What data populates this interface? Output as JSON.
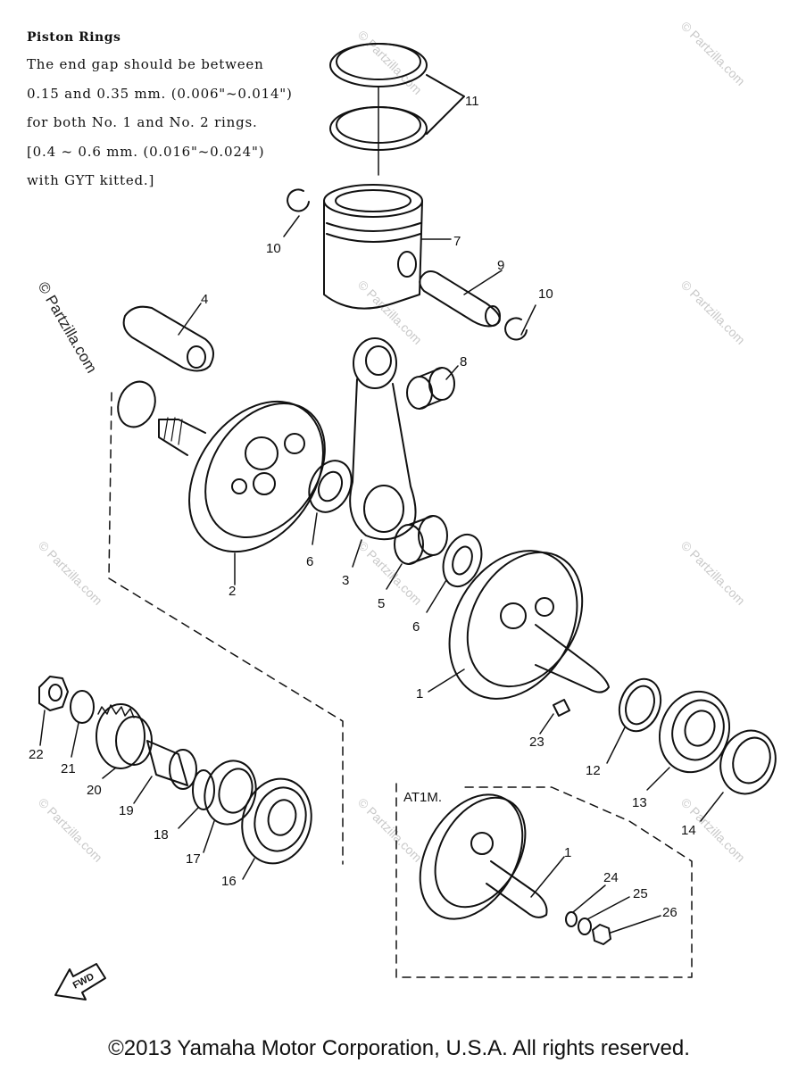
{
  "note": {
    "title": "Piston Rings",
    "lines": [
      "The end gap should be between",
      "0.15 and 0.35 mm. (0.006\"~0.014\")",
      "for both No. 1 and No. 2 rings.",
      "[0.4 ~ 0.6 mm. (0.016\"~0.024\")",
      "with GYT kitted.]"
    ]
  },
  "callouts": {
    "c1": "1",
    "c1b": "1",
    "c2": "2",
    "c3": "3",
    "c4": "4",
    "c5": "5",
    "c6a": "6",
    "c6b": "6",
    "c7": "7",
    "c8": "8",
    "c9": "9",
    "c10a": "10",
    "c10b": "10",
    "c11": "11",
    "c12": "12",
    "c13": "13",
    "c14": "14",
    "c16": "16",
    "c17": "17",
    "c18": "18",
    "c19": "19",
    "c20": "20",
    "c21": "21",
    "c22": "22",
    "c23": "23",
    "c24": "24",
    "c25": "25",
    "c26": "26"
  },
  "variant_label": "AT1M.",
  "fwd_label": "FWD",
  "watermark": "© Partzilla.com",
  "copyright": "©2013 Yamaha Motor Corporation, U.S.A. All rights reserved."
}
